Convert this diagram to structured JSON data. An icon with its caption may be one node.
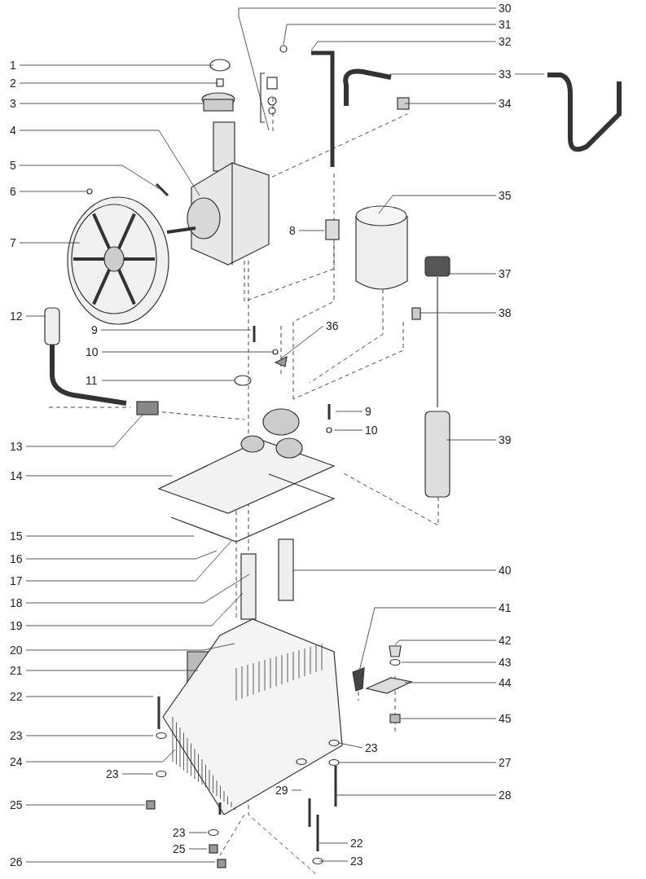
{
  "diagram": {
    "nodes": [
      {
        "text": [
          "1"
        ]
      },
      {
        "text": [
          "2"
        ]
      },
      {
        "text": [
          "3"
        ]
      },
      {
        "text": [
          "4"
        ]
      },
      {
        "text": [
          "5"
        ]
      },
      {
        "text": [
          "6"
        ]
      },
      {
        "text": [
          "7"
        ]
      },
      {
        "text": [
          "8"
        ]
      },
      {
        "text": [
          "9"
        ]
      },
      {
        "text": [
          "10"
        ]
      },
      {
        "text": [
          "11"
        ]
      },
      {
        "text": [
          "12"
        ]
      },
      {
        "text": [
          "13"
        ]
      },
      {
        "text": [
          "14"
        ]
      },
      {
        "text": [
          "15"
        ]
      },
      {
        "text": [
          "16"
        ]
      },
      {
        "text": [
          "17"
        ]
      },
      {
        "text": [
          "18"
        ]
      },
      {
        "text": [
          "19"
        ]
      },
      {
        "text": [
          "20"
        ]
      },
      {
        "text": [
          "21"
        ]
      },
      {
        "text": [
          "22"
        ]
      },
      {
        "text": [
          "23"
        ]
      },
      {
        "text": [
          "24"
        ]
      },
      {
        "text": [
          "23"
        ]
      },
      {
        "text": [
          "25"
        ]
      },
      {
        "text": [
          "23"
        ]
      },
      {
        "text": [
          "25"
        ]
      },
      {
        "text": [
          "26"
        ]
      },
      {
        "text": [
          "30"
        ]
      },
      {
        "text": [
          "31"
        ]
      },
      {
        "text": [
          "32"
        ]
      },
      {
        "text": [
          "33"
        ]
      },
      {
        "text": [
          "34"
        ]
      },
      {
        "text": [
          "35"
        ]
      },
      {
        "text": [
          "36"
        ]
      },
      {
        "text": [
          "37"
        ]
      },
      {
        "text": [
          "38"
        ]
      },
      {
        "text": [
          "9"
        ]
      },
      {
        "text": [
          "10"
        ]
      },
      {
        "text": [
          "39"
        ]
      },
      {
        "text": [
          "40"
        ]
      },
      {
        "text": [
          "41"
        ]
      },
      {
        "text": [
          "42"
        ]
      },
      {
        "text": [
          "43"
        ]
      },
      {
        "text": [
          "44"
        ]
      },
      {
        "text": [
          "45"
        ]
      },
      {
        "text": [
          "23"
        ]
      },
      {
        "text": [
          "27"
        ]
      },
      {
        "text": [
          "28"
        ]
      },
      {
        "text": [
          "29"
        ]
      },
      {
        "text": [
          "22"
        ]
      },
      {
        "text": [
          "23"
        ]
      }
    ],
    "edges": [
      {
        "from": 0,
        "to": null,
        "arrow": "none"
      },
      {
        "from": 1,
        "to": null,
        "arrow": "none"
      },
      {
        "from": 2,
        "to": null,
        "arrow": "none"
      },
      {
        "from": 3,
        "to": null,
        "arrow": "none"
      },
      {
        "from": 4,
        "to": null,
        "arrow": "none"
      },
      {
        "from": 5,
        "to": null,
        "arrow": "none"
      },
      {
        "from": 6,
        "to": null,
        "arrow": "none"
      },
      {
        "from": 7,
        "to": null,
        "arrow": "none"
      },
      {
        "from": 8,
        "to": null,
        "arrow": "none"
      },
      {
        "from": 9,
        "to": null,
        "arrow": "none"
      },
      {
        "from": 10,
        "to": null,
        "arrow": "none"
      },
      {
        "from": 11,
        "to": null,
        "arrow": "none"
      },
      {
        "from": 12,
        "to": null,
        "arrow": "none"
      },
      {
        "from": 13,
        "to": null,
        "arrow": "none"
      },
      {
        "from": 14,
        "to": null,
        "arrow": "none"
      },
      {
        "from": 15,
        "to": null,
        "arrow": "none"
      },
      {
        "from": 16,
        "to": null,
        "arrow": "none"
      },
      {
        "from": 17,
        "to": null,
        "arrow": "none"
      },
      {
        "from": 18,
        "to": null,
        "arrow": "none"
      },
      {
        "from": 19,
        "to": null,
        "arrow": "none"
      },
      {
        "from": 20,
        "to": null,
        "arrow": "none"
      },
      {
        "from": 21,
        "to": null,
        "arrow": "none"
      },
      {
        "from": 22,
        "to": null,
        "arrow": "none"
      },
      {
        "from": 23,
        "to": null,
        "arrow": "none"
      },
      {
        "from": 24,
        "to": null,
        "arrow": "none"
      },
      {
        "from": 25,
        "to": null,
        "arrow": "none"
      },
      {
        "from": 26,
        "to": null,
        "arrow": "none"
      },
      {
        "from": 27,
        "to": null,
        "arrow": "none"
      },
      {
        "from": 28,
        "to": null,
        "arrow": "none"
      },
      {
        "from": 29,
        "to": null,
        "arrow": "none"
      },
      {
        "from": 30,
        "to": null,
        "arrow": "none"
      },
      {
        "from": 31,
        "to": null,
        "arrow": "none"
      },
      {
        "from": 32,
        "to": null,
        "arrow": "none"
      },
      {
        "from": 33,
        "to": null,
        "arrow": "none"
      },
      {
        "from": 34,
        "to": null,
        "arrow": "none"
      },
      {
        "from": 35,
        "to": null,
        "arrow": "none"
      },
      {
        "from": 36,
        "to": null,
        "arrow": "none"
      },
      {
        "from": 37,
        "to": null,
        "arrow": "none"
      },
      {
        "from": 38,
        "to": null,
        "arrow": "none"
      },
      {
        "from": 39,
        "to": null,
        "arrow": "none"
      },
      {
        "from": 40,
        "to": null,
        "arrow": "none"
      },
      {
        "from": 41,
        "to": null,
        "arrow": "none"
      },
      {
        "from": 42,
        "to": null,
        "arrow": "none"
      },
      {
        "from": 43,
        "to": null,
        "arrow": "none"
      },
      {
        "from": 44,
        "to": null,
        "arrow": "none"
      },
      {
        "from": 45,
        "to": null,
        "arrow": "none"
      },
      {
        "from": 46,
        "to": null,
        "arrow": "none"
      },
      {
        "from": 47,
        "to": null,
        "arrow": "none"
      },
      {
        "from": 48,
        "to": null,
        "arrow": "none"
      },
      {
        "from": 49,
        "to": null,
        "arrow": "none"
      },
      {
        "from": 50,
        "to": null,
        "arrow": "none"
      },
      {
        "from": 51,
        "to": null,
        "arrow": "none"
      },
      {
        "from": 52,
        "to": null,
        "arrow": "none"
      },
      {
        "from": 32,
        "to": null,
        "arrow": "none"
      }
    ]
  }
}
